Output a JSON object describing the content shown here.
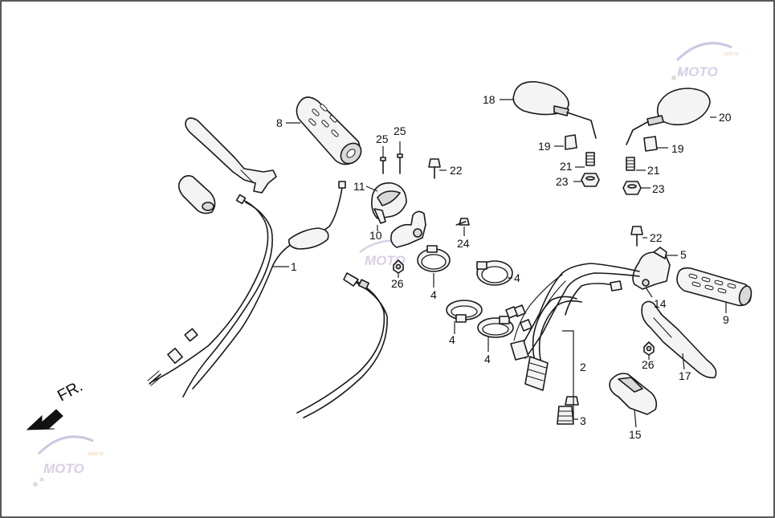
{
  "diagram": {
    "direction_label": "FR.",
    "watermark": {
      "text": "MOTO",
      "sub": "GIRIITO"
    },
    "callouts": [
      {
        "id": "c1",
        "label": "1"
      },
      {
        "id": "c2",
        "label": "2"
      },
      {
        "id": "c3",
        "label": "3"
      },
      {
        "id": "c4a",
        "label": "4"
      },
      {
        "id": "c4b",
        "label": "4"
      },
      {
        "id": "c4c",
        "label": "4"
      },
      {
        "id": "c4d",
        "label": "4"
      },
      {
        "id": "c5",
        "label": "5"
      },
      {
        "id": "c8",
        "label": "8"
      },
      {
        "id": "c9",
        "label": "9"
      },
      {
        "id": "c10",
        "label": "10"
      },
      {
        "id": "c11",
        "label": "11"
      },
      {
        "id": "c14",
        "label": "14"
      },
      {
        "id": "c15",
        "label": "15"
      },
      {
        "id": "c17",
        "label": "17"
      },
      {
        "id": "c18",
        "label": "18"
      },
      {
        "id": "c19a",
        "label": "19"
      },
      {
        "id": "c19b",
        "label": "19"
      },
      {
        "id": "c20",
        "label": "20"
      },
      {
        "id": "c21a",
        "label": "21"
      },
      {
        "id": "c21b",
        "label": "21"
      },
      {
        "id": "c22a",
        "label": "22"
      },
      {
        "id": "c22b",
        "label": "22"
      },
      {
        "id": "c23a",
        "label": "23"
      },
      {
        "id": "c23b",
        "label": "23"
      },
      {
        "id": "c24",
        "label": "24"
      },
      {
        "id": "c25a",
        "label": "25"
      },
      {
        "id": "c25b",
        "label": "25"
      },
      {
        "id": "c26a",
        "label": "26"
      },
      {
        "id": "c26b",
        "label": "26"
      }
    ]
  }
}
